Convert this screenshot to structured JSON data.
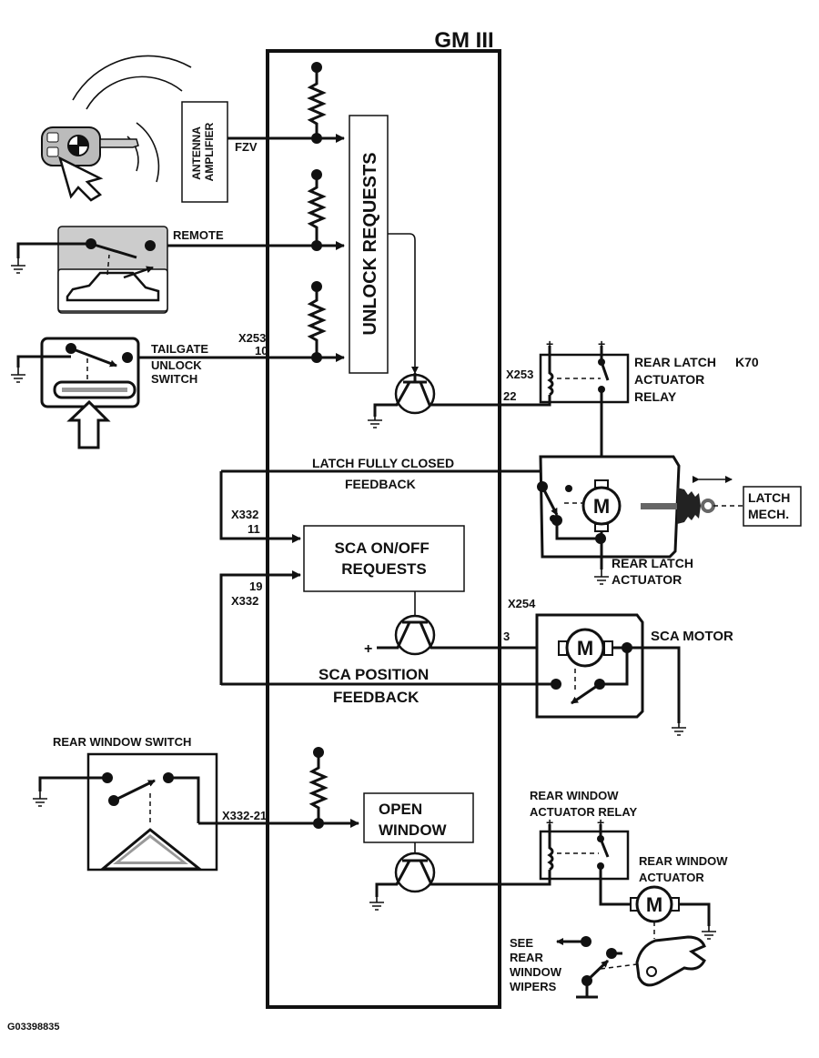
{
  "module_title": "GM III",
  "figure_id": "G03398835",
  "labels": {
    "antenna_amplifier": [
      "ANTENNA",
      "AMPLIFIER"
    ],
    "fzv": "FZV",
    "remote": "REMOTE",
    "unlock_requests": "UNLOCK REQUESTS",
    "x253_top": "X253",
    "pin_10": "10",
    "tailgate_switch": [
      "TAILGATE",
      "UNLOCK",
      "SWITCH"
    ],
    "x253_relay": "X253",
    "pin_22": "22",
    "rear_latch_relay": [
      "REAR LATCH",
      "ACTUATOR",
      "RELAY"
    ],
    "k70": "K70",
    "latch_fully_closed": "LATCH FULLY CLOSED",
    "feedback": "FEEDBACK",
    "x332_top": "X332",
    "pin_11": "11",
    "sca_requests": [
      "SCA ON/OFF",
      "REQUESTS"
    ],
    "pin_19": "19",
    "x332_bottom": "X332",
    "latch_mech": [
      "LATCH",
      "MECH."
    ],
    "rear_latch_actuator": [
      "REAR LATCH",
      "ACTUATOR"
    ],
    "x254": "X254",
    "pin_3": "3",
    "plus": "+",
    "sca_motor": "SCA MOTOR",
    "sca_position_feedback": [
      "SCA POSITION",
      "FEEDBACK"
    ],
    "rear_window_switch": "REAR WINDOW SWITCH",
    "x332_21": "X332-21",
    "open_window": [
      "OPEN",
      "WINDOW"
    ],
    "rear_window_relay": [
      "REAR WINDOW",
      "ACTUATOR RELAY"
    ],
    "rear_window_actuator": [
      "REAR WINDOW",
      "ACTUATOR"
    ],
    "see_wipers": [
      "SEE",
      "REAR",
      "WINDOW",
      "WIPERS"
    ],
    "motor_symbol": "M"
  }
}
